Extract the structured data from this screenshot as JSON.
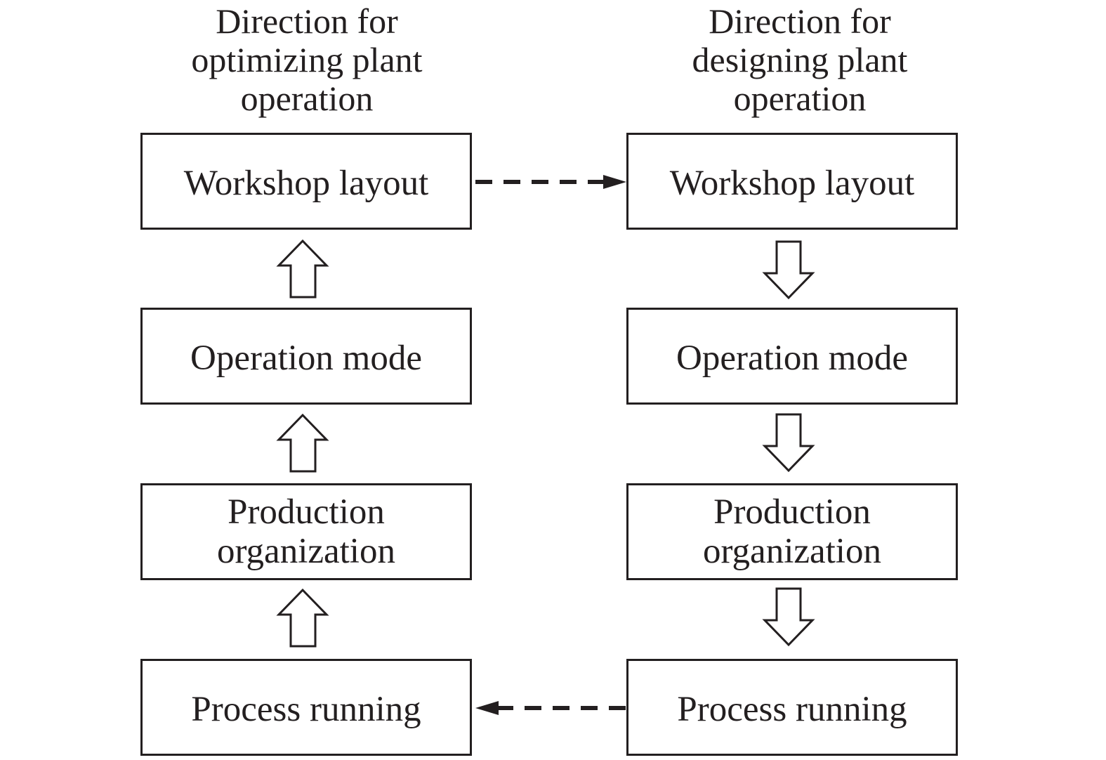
{
  "headings": {
    "left": [
      "Direction for",
      "optimizing plant",
      "operation"
    ],
    "right": [
      "Direction for",
      "designing plant",
      "operation"
    ]
  },
  "left_column": {
    "workshop": [
      "Workshop layout"
    ],
    "operation": [
      "Operation mode"
    ],
    "production": [
      "Production",
      "organization"
    ],
    "process": [
      "Process running"
    ]
  },
  "right_column": {
    "workshop": [
      "Workshop layout"
    ],
    "operation": [
      "Operation mode"
    ],
    "production": [
      "Production",
      "organization"
    ],
    "process": [
      "Process running"
    ]
  },
  "colors": {
    "line": "#231f20",
    "background": "#ffffff"
  }
}
